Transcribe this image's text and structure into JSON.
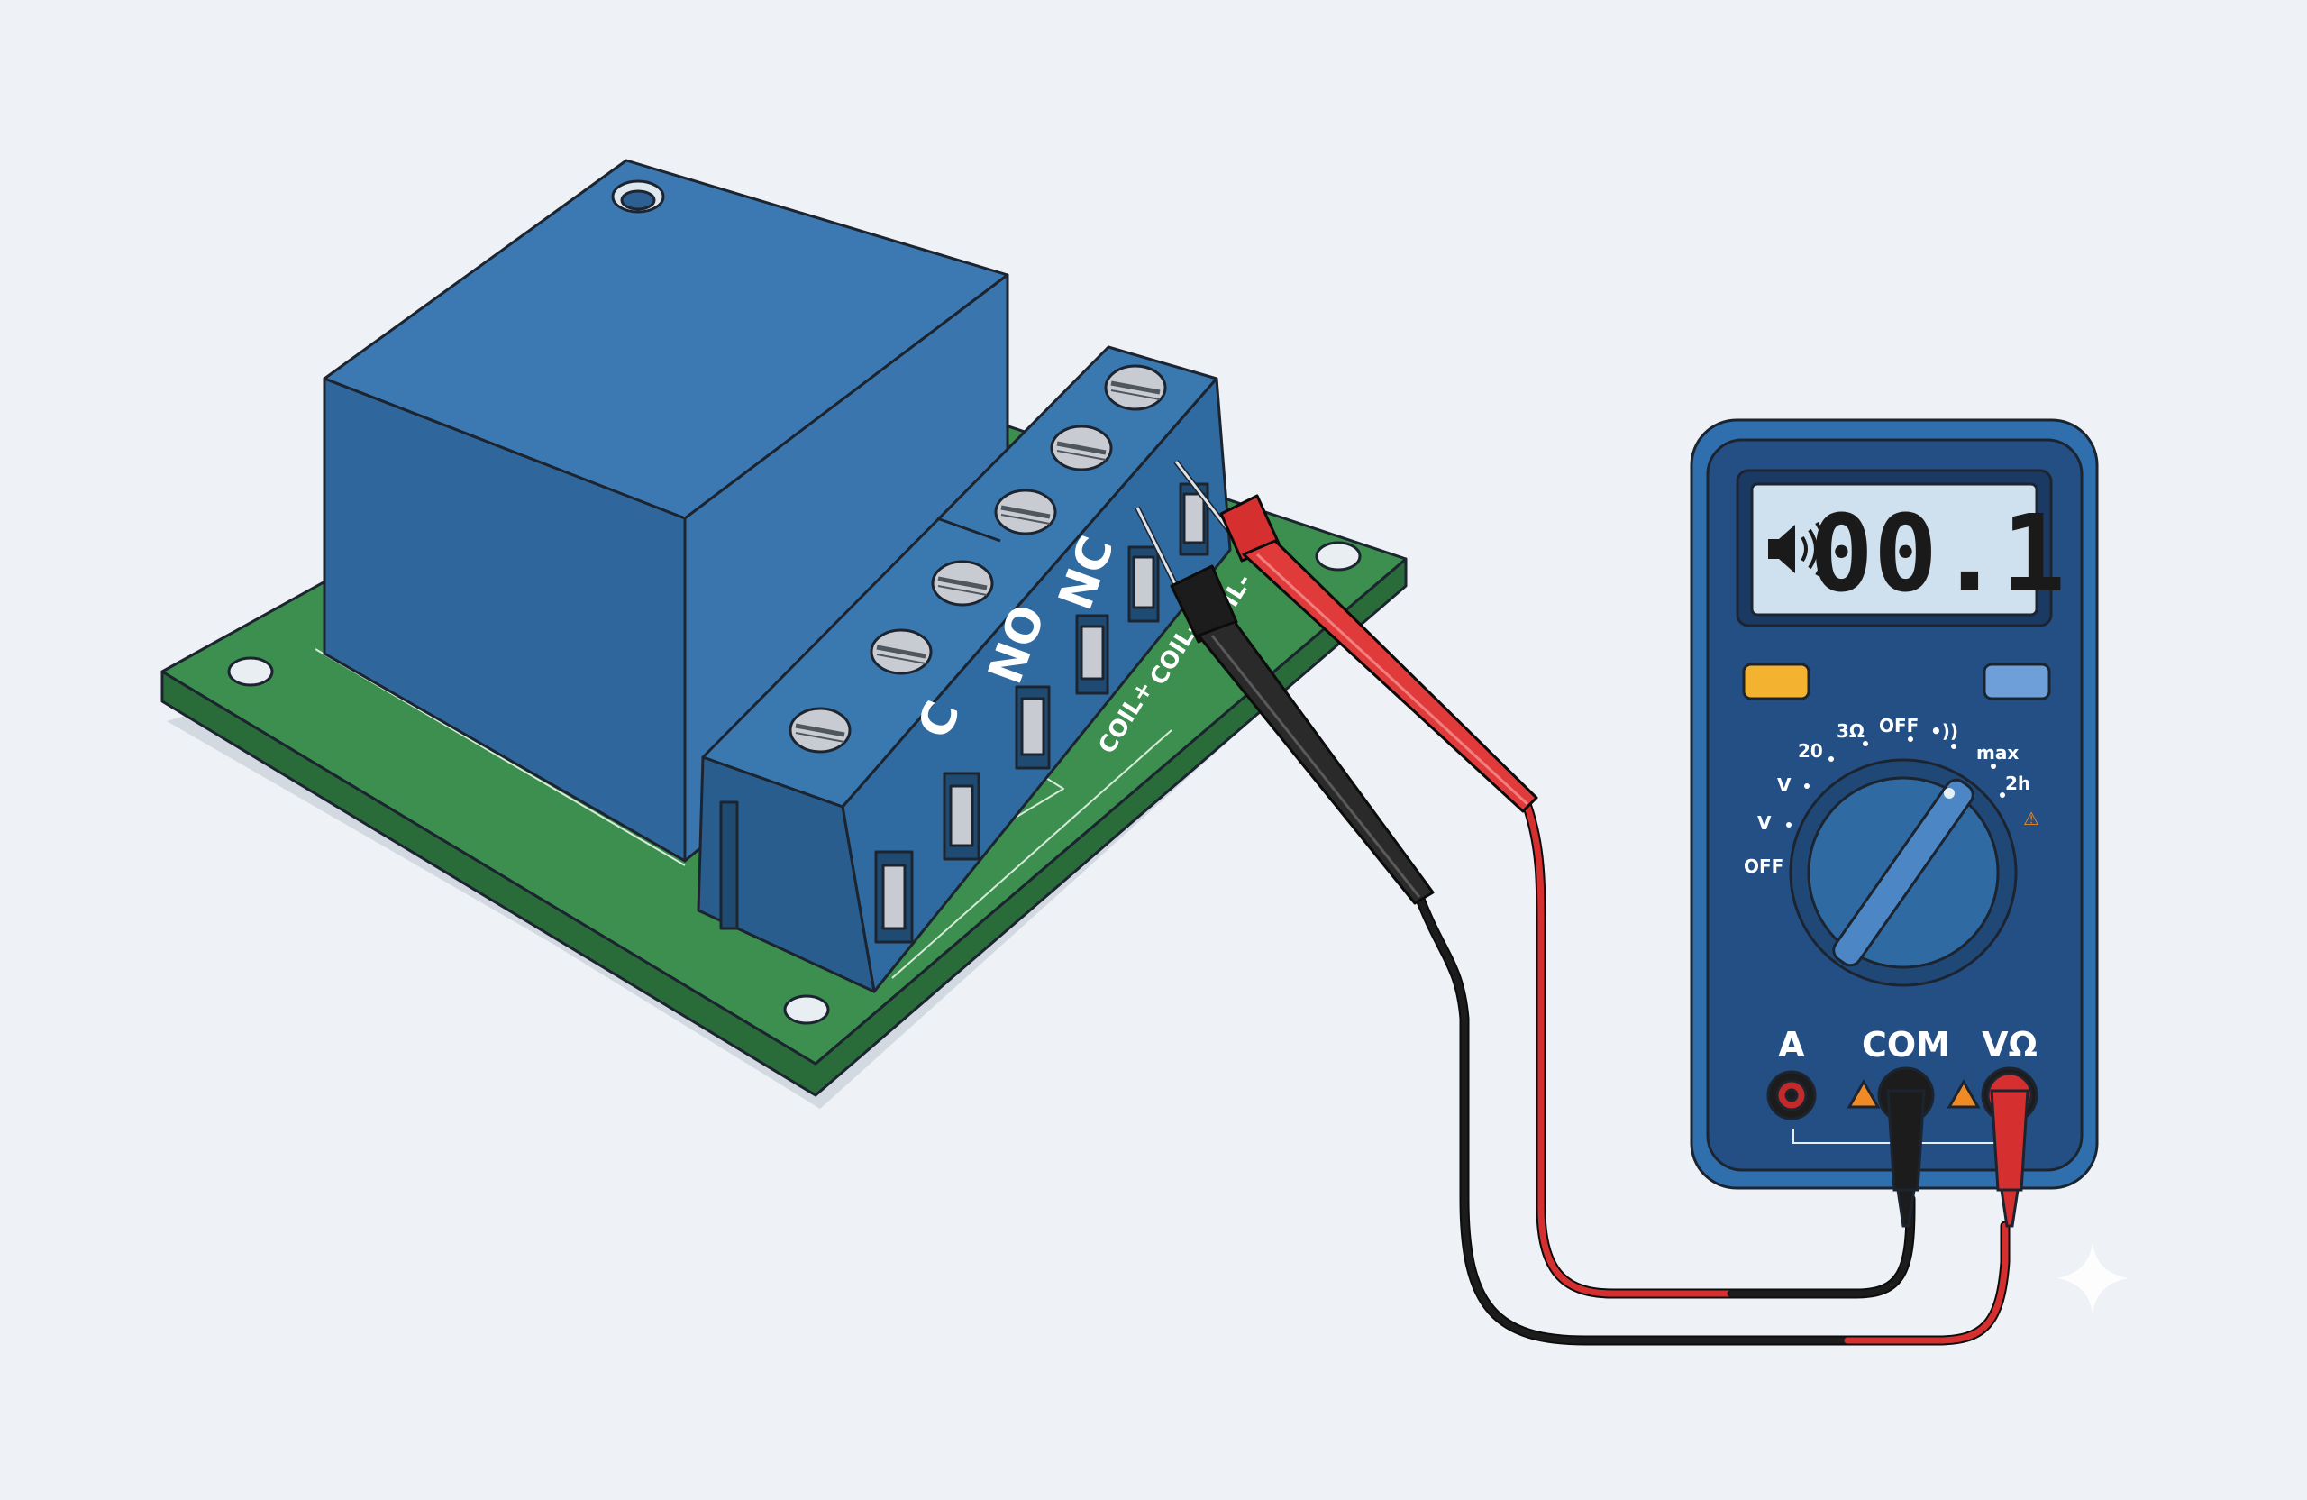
{
  "relay": {
    "terminal_labels": {
      "c": "C",
      "no": "NO",
      "nc": "NC",
      "coil_plus": "COIL+",
      "coil_minus": "COIL-",
      "coil_minus_partial": "IL-"
    }
  },
  "multimeter": {
    "display": {
      "icon": "speaker-icon",
      "reading": "00.1"
    },
    "dial_labels": {
      "off_left": "OFF",
      "v_low": "V",
      "v_high": "V",
      "r20": "20",
      "r3": "3Ω",
      "off_top": "OFF",
      "continuity": "•))",
      "max": "max",
      "r2h": "2h",
      "warning": "⚠"
    },
    "jacks": {
      "a": "A",
      "com": "COM",
      "vohm": "VΩ"
    }
  },
  "colors": {
    "background": "#eef1f5",
    "relay_blue": "#3a78b0",
    "pcb_green": "#3c8f4f",
    "probe_red": "#d62f2f",
    "probe_black": "#1c1c1c",
    "meter_blue": "#2f6fae",
    "lcd": "#cfe1ef",
    "button_orange": "#f3b230",
    "button_blue": "#6f9fd8"
  }
}
